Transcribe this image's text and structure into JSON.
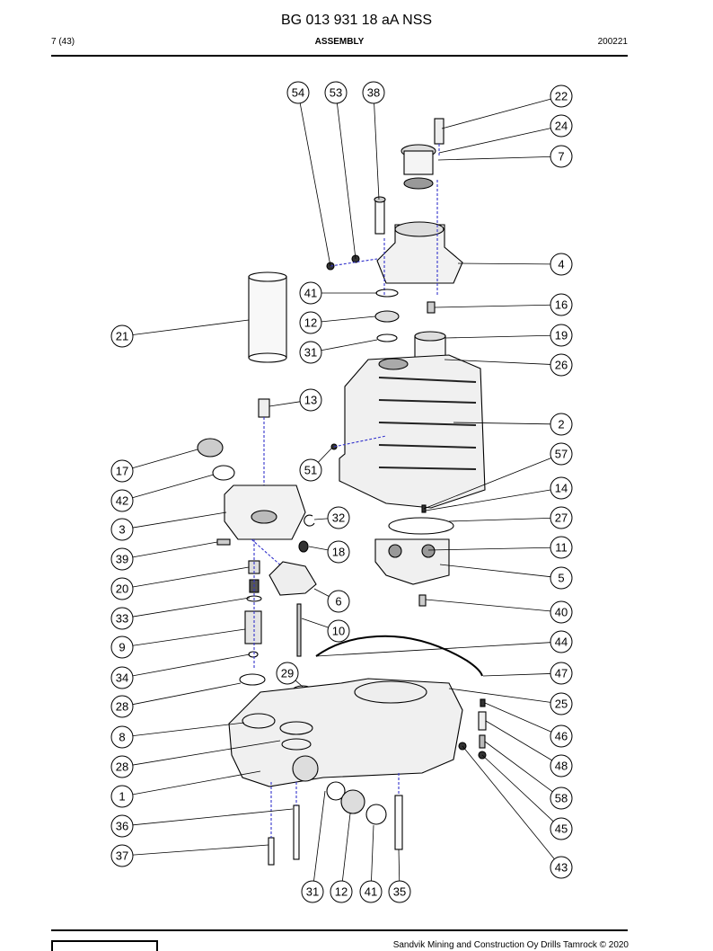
{
  "header": {
    "document_number": "BG 013 931 18 aA NSS",
    "page": "7 (43)",
    "section": "ASSEMBLY",
    "date": "200221"
  },
  "footer": {
    "copyright": "Sandvik Mining and Construction Oy Drills Tamrock © 2020",
    "logo": "sandvik-logo"
  },
  "callouts": [
    {
      "id": "54"
    },
    {
      "id": "53"
    },
    {
      "id": "38"
    },
    {
      "id": "22"
    },
    {
      "id": "24"
    },
    {
      "id": "7"
    },
    {
      "id": "4"
    },
    {
      "id": "41"
    },
    {
      "id": "16"
    },
    {
      "id": "12"
    },
    {
      "id": "21"
    },
    {
      "id": "31"
    },
    {
      "id": "19"
    },
    {
      "id": "26"
    },
    {
      "id": "13"
    },
    {
      "id": "2"
    },
    {
      "id": "57"
    },
    {
      "id": "17"
    },
    {
      "id": "51"
    },
    {
      "id": "42"
    },
    {
      "id": "14"
    },
    {
      "id": "3"
    },
    {
      "id": "32"
    },
    {
      "id": "27"
    },
    {
      "id": "11"
    },
    {
      "id": "39"
    },
    {
      "id": "18"
    },
    {
      "id": "5"
    },
    {
      "id": "20"
    },
    {
      "id": "6"
    },
    {
      "id": "40"
    },
    {
      "id": "33"
    },
    {
      "id": "10"
    },
    {
      "id": "44"
    },
    {
      "id": "9"
    },
    {
      "id": "29"
    },
    {
      "id": "34"
    },
    {
      "id": "47"
    },
    {
      "id": "28"
    },
    {
      "id": "25"
    },
    {
      "id": "8"
    },
    {
      "id": "46"
    },
    {
      "id": "28"
    },
    {
      "id": "48"
    },
    {
      "id": "1"
    },
    {
      "id": "58"
    },
    {
      "id": "36"
    },
    {
      "id": "45"
    },
    {
      "id": "37"
    },
    {
      "id": "43"
    },
    {
      "id": "31"
    },
    {
      "id": "12"
    },
    {
      "id": "41"
    },
    {
      "id": "35"
    }
  ]
}
